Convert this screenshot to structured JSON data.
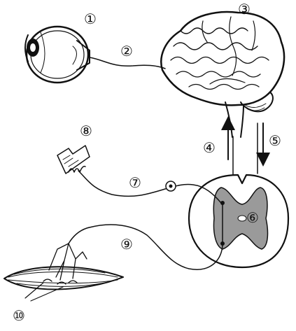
{
  "labels": {
    "eye": "①",
    "optic_nerve": "②",
    "brain": "③",
    "descending_pathway": "④",
    "ascending_pathway": "⑤",
    "gray_matter": "⑥",
    "sensory_neuron": "⑦",
    "receptor": "⑧",
    "motor_neuron": "⑨",
    "muscle": "⑩"
  },
  "colors": {
    "ink": "#111111",
    "gray_matter": "#9a9a9a",
    "background": "#ffffff"
  }
}
